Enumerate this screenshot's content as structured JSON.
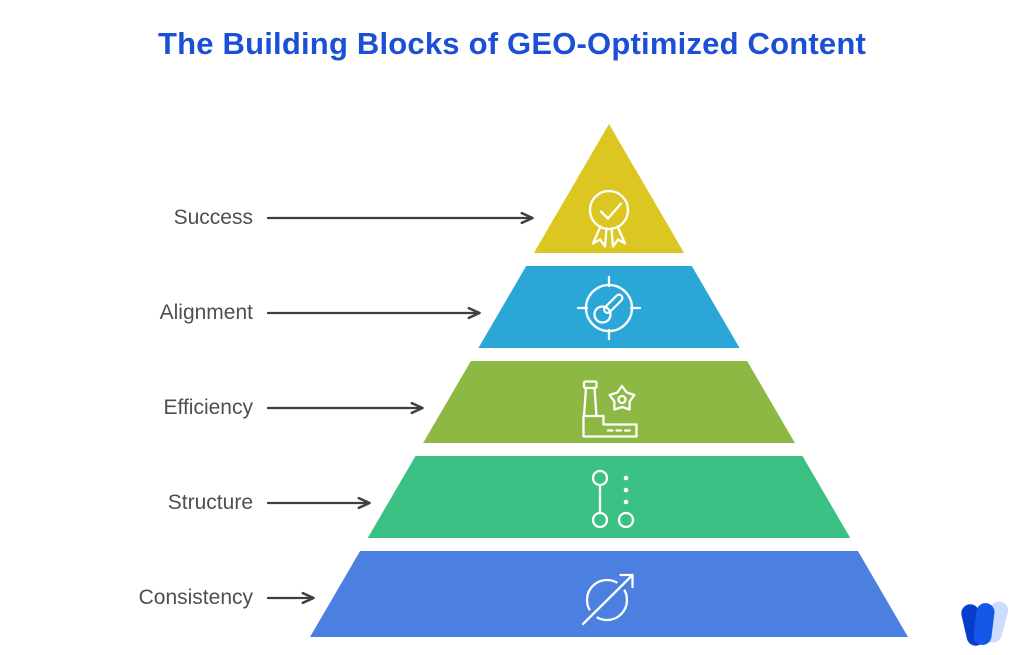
{
  "title": {
    "text": "The Building Blocks of GEO-Optimized Content",
    "color": "#1a4fd6"
  },
  "diagram": {
    "type": "pyramid",
    "label_color": "#4f4f4f",
    "arrow_color": "#3f3f3f",
    "icon_color": "#ffffff",
    "levels": [
      {
        "rank": 1,
        "label": "Success",
        "icon": "award-medal-icon",
        "color": "#dcc722"
      },
      {
        "rank": 2,
        "label": "Alignment",
        "icon": "target-gauge-icon",
        "color": "#2aa7d6"
      },
      {
        "rank": 3,
        "label": "Efficiency",
        "icon": "factory-gear-icon",
        "color": "#8db843"
      },
      {
        "rank": 4,
        "label": "Structure",
        "icon": "nodes-link-icon",
        "color": "#3cc184"
      },
      {
        "rank": 5,
        "label": "Consistency",
        "icon": "orbit-arrow-icon",
        "color": "#4b7fe0"
      }
    ]
  },
  "logo": {
    "name": "w-mark-logo",
    "colors": [
      "#0a3ccb",
      "#1458ea",
      "#b9cdf8"
    ]
  }
}
